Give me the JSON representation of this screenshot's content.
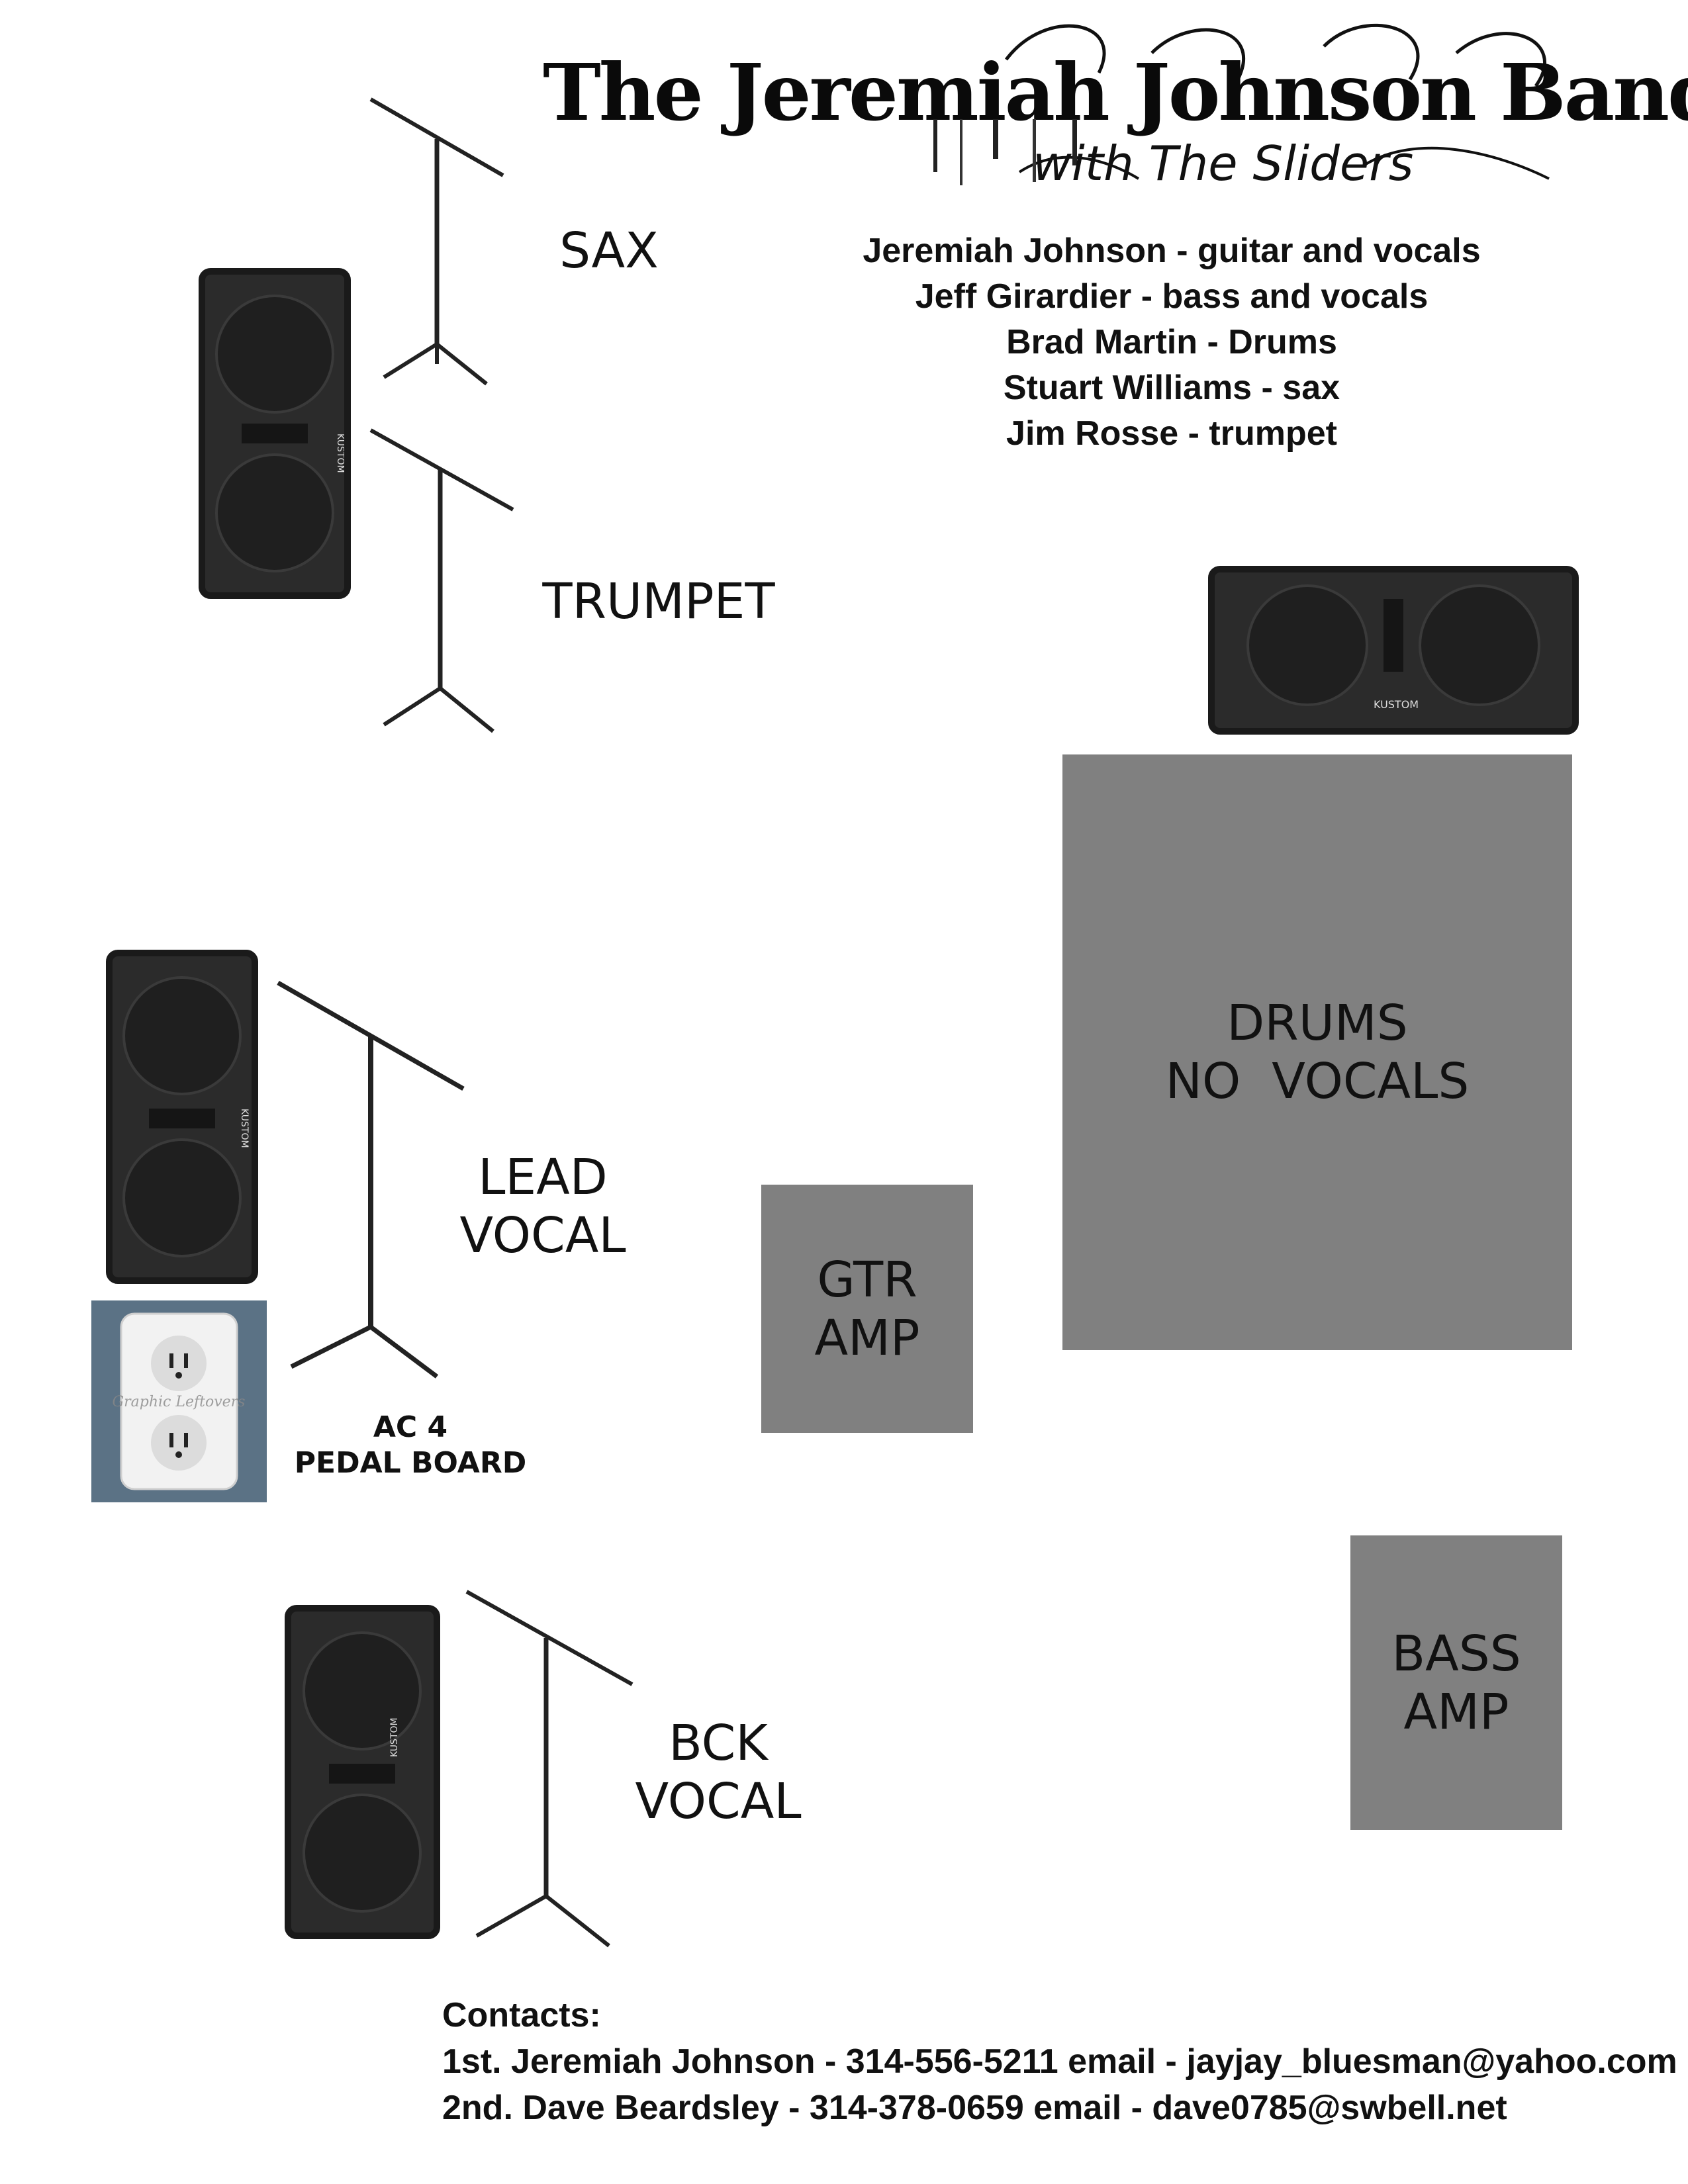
{
  "header": {
    "title": "The Jeremiah Johnson Band",
    "subtitle": "with The Sliders"
  },
  "members": [
    "Jeremiah Johnson - guitar and vocals",
    "Jeff Girardier - bass and vocals",
    "Brad Martin - Drums",
    "Stuart Williams - sax",
    "Jim Rosse - trumpet"
  ],
  "stage": {
    "sax": "SAX",
    "trumpet": "TRUMPET",
    "lead_vocal": [
      "LEAD",
      "VOCAL"
    ],
    "bck_vocal": [
      "BCK",
      "VOCAL"
    ],
    "drums": [
      "DRUMS",
      "NO  VOCALS"
    ],
    "gtr_amp": [
      "GTR",
      "AMP"
    ],
    "bass_amp": [
      "BASS",
      "AMP"
    ],
    "pedal": [
      "AC 4",
      "PEDAL BOARD"
    ],
    "speaker_brand": "KUSTOM",
    "outlet_watermark": "Graphic Leftovers"
  },
  "contacts": {
    "heading": "Contacts:",
    "lines": [
      "1st. Jeremiah Johnson - 314-556-5211  email - jayjay_bluesman@yahoo.com",
      "2nd. Dave Beardsley - 314-378-0659  email - dave0785@swbell.net"
    ]
  },
  "colors": {
    "box_gray": "#808080",
    "speaker_body": "#2b2b2b",
    "outlet_plate": "#5b7285"
  }
}
